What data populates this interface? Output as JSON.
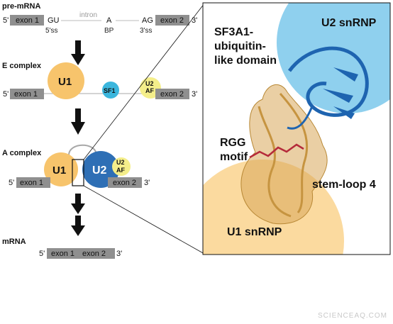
{
  "left_panel": {
    "premrna": {
      "title": "pre-mRNA",
      "five_prime": "5'",
      "three_prime": "3'",
      "exon1": "exon 1",
      "exon2": "exon 2",
      "gu": "GU",
      "ss5": "5'ss",
      "intron": "intron",
      "a": "A",
      "bp": "BP",
      "ag": "AG",
      "ss3": "3'ss"
    },
    "e_complex": {
      "title": "E complex",
      "five_prime": "5'",
      "three_prime": "3'",
      "exon1": "exon 1",
      "exon2": "exon 2",
      "u1": "U1",
      "sf1": "SF1",
      "u2af_line1": "U2",
      "u2af_line2": "AF"
    },
    "a_complex": {
      "title": "A complex",
      "five_prime": "5'",
      "three_prime": "3'",
      "exon1": "exon 1",
      "exon2": "exon 2",
      "u1": "U1",
      "u2": "U2",
      "u2af_line1": "U2",
      "u2af_line2": "AF"
    },
    "mrna": {
      "title": "mRNA",
      "five_prime": "5'",
      "three_prime": "3'",
      "exon1": "exon 1",
      "exon2": "exon 2"
    }
  },
  "right_panel": {
    "u2_snrnp": "U2 snRNP",
    "sf3a1_line1": "SF3A1-",
    "sf3a1_line2": "ubiquitin-",
    "sf3a1_line3": "like domain",
    "rgg_line1": "RGG",
    "rgg_line2": "motif",
    "stem_loop": "stem-loop 4",
    "u1_snrnp": "U1 snRNP"
  },
  "watermark": "SCIENCEAQ.COM",
  "colors": {
    "exon_gray": "#8f8f8f",
    "u1_orange": "#f7c46c",
    "u2_blue": "#2e6fb5",
    "u2_light_blue": "#8fd0ee",
    "sf1_cyan": "#3bb6dd",
    "u2af_yellow": "#f4ee8a",
    "rna_tan": "#d9a85a",
    "protein_blue": "#1e64b0",
    "rgg_red": "#b52a3a"
  }
}
